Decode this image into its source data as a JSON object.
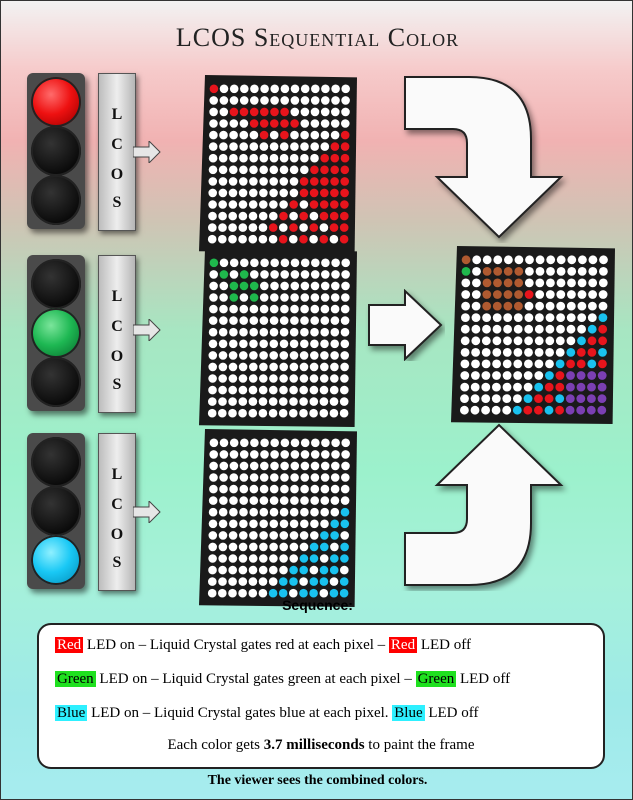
{
  "title": "LCOS Sequential Color",
  "lcos_letters": [
    "L",
    "C",
    "O",
    "S"
  ],
  "rows": [
    {
      "name": "red",
      "lit_lamp": "top",
      "color": "#e8141c"
    },
    {
      "name": "green",
      "lit_lamp": "middle",
      "color": "#1fb84c"
    },
    {
      "name": "blue",
      "lit_lamp": "bottom",
      "color": "#19c2ef"
    }
  ],
  "colors": {
    "red": "#e8141c",
    "green": "#1fb84c",
    "blue": "#19c2ef",
    "purple": "#7b3fb3",
    "brown": "#b05a30",
    "pixel_off": "#ffffff",
    "panel_bg": "#1a1a1a"
  },
  "sequence": {
    "label": "Sequence",
    "lines": [
      {
        "c1": "Red",
        "mid": " LED on – Liquid Crystal gates red at each pixel – ",
        "c2": "Red",
        "end": " LED off"
      },
      {
        "c1": "Green",
        "mid": " LED on – Liquid Crystal gates green at each pixel – ",
        "c2": "Green",
        "end": " LED off"
      },
      {
        "c1": "Blue",
        "mid": " LED on – Liquid Crystal gates blue at each pixel. ",
        "c2": "Blue",
        "end": " LED off"
      }
    ],
    "timing_pre": "Each color gets ",
    "timing_bold": "3.7 milliseconds",
    "timing_post": " to paint the frame"
  },
  "footer": {
    "bold": "The viewer sees the combined colors",
    "end": "."
  }
}
